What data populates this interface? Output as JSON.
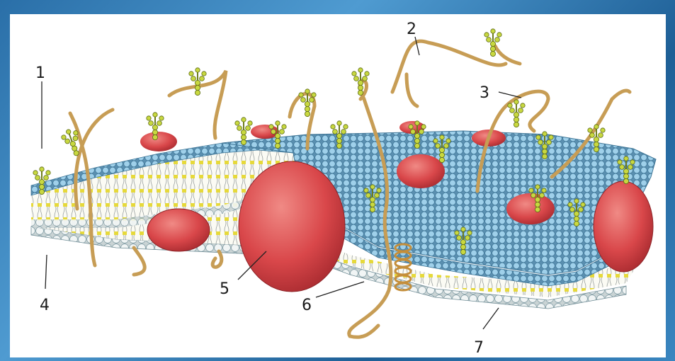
{
  "labels": {
    "l1": "1",
    "l2": "2",
    "l3": "3",
    "l4": "4",
    "l5": "5",
    "l6": "6",
    "l7": "7"
  },
  "colors": {
    "background": "#2f7cb8",
    "head_blue": "#8fc7e6",
    "head_white": "#eef3f3",
    "tail_yellow": "#e6d93a",
    "protein_red": "#d9474a",
    "chain_tan": "#c9a35a",
    "sugar_green": "#b8c83a"
  }
}
